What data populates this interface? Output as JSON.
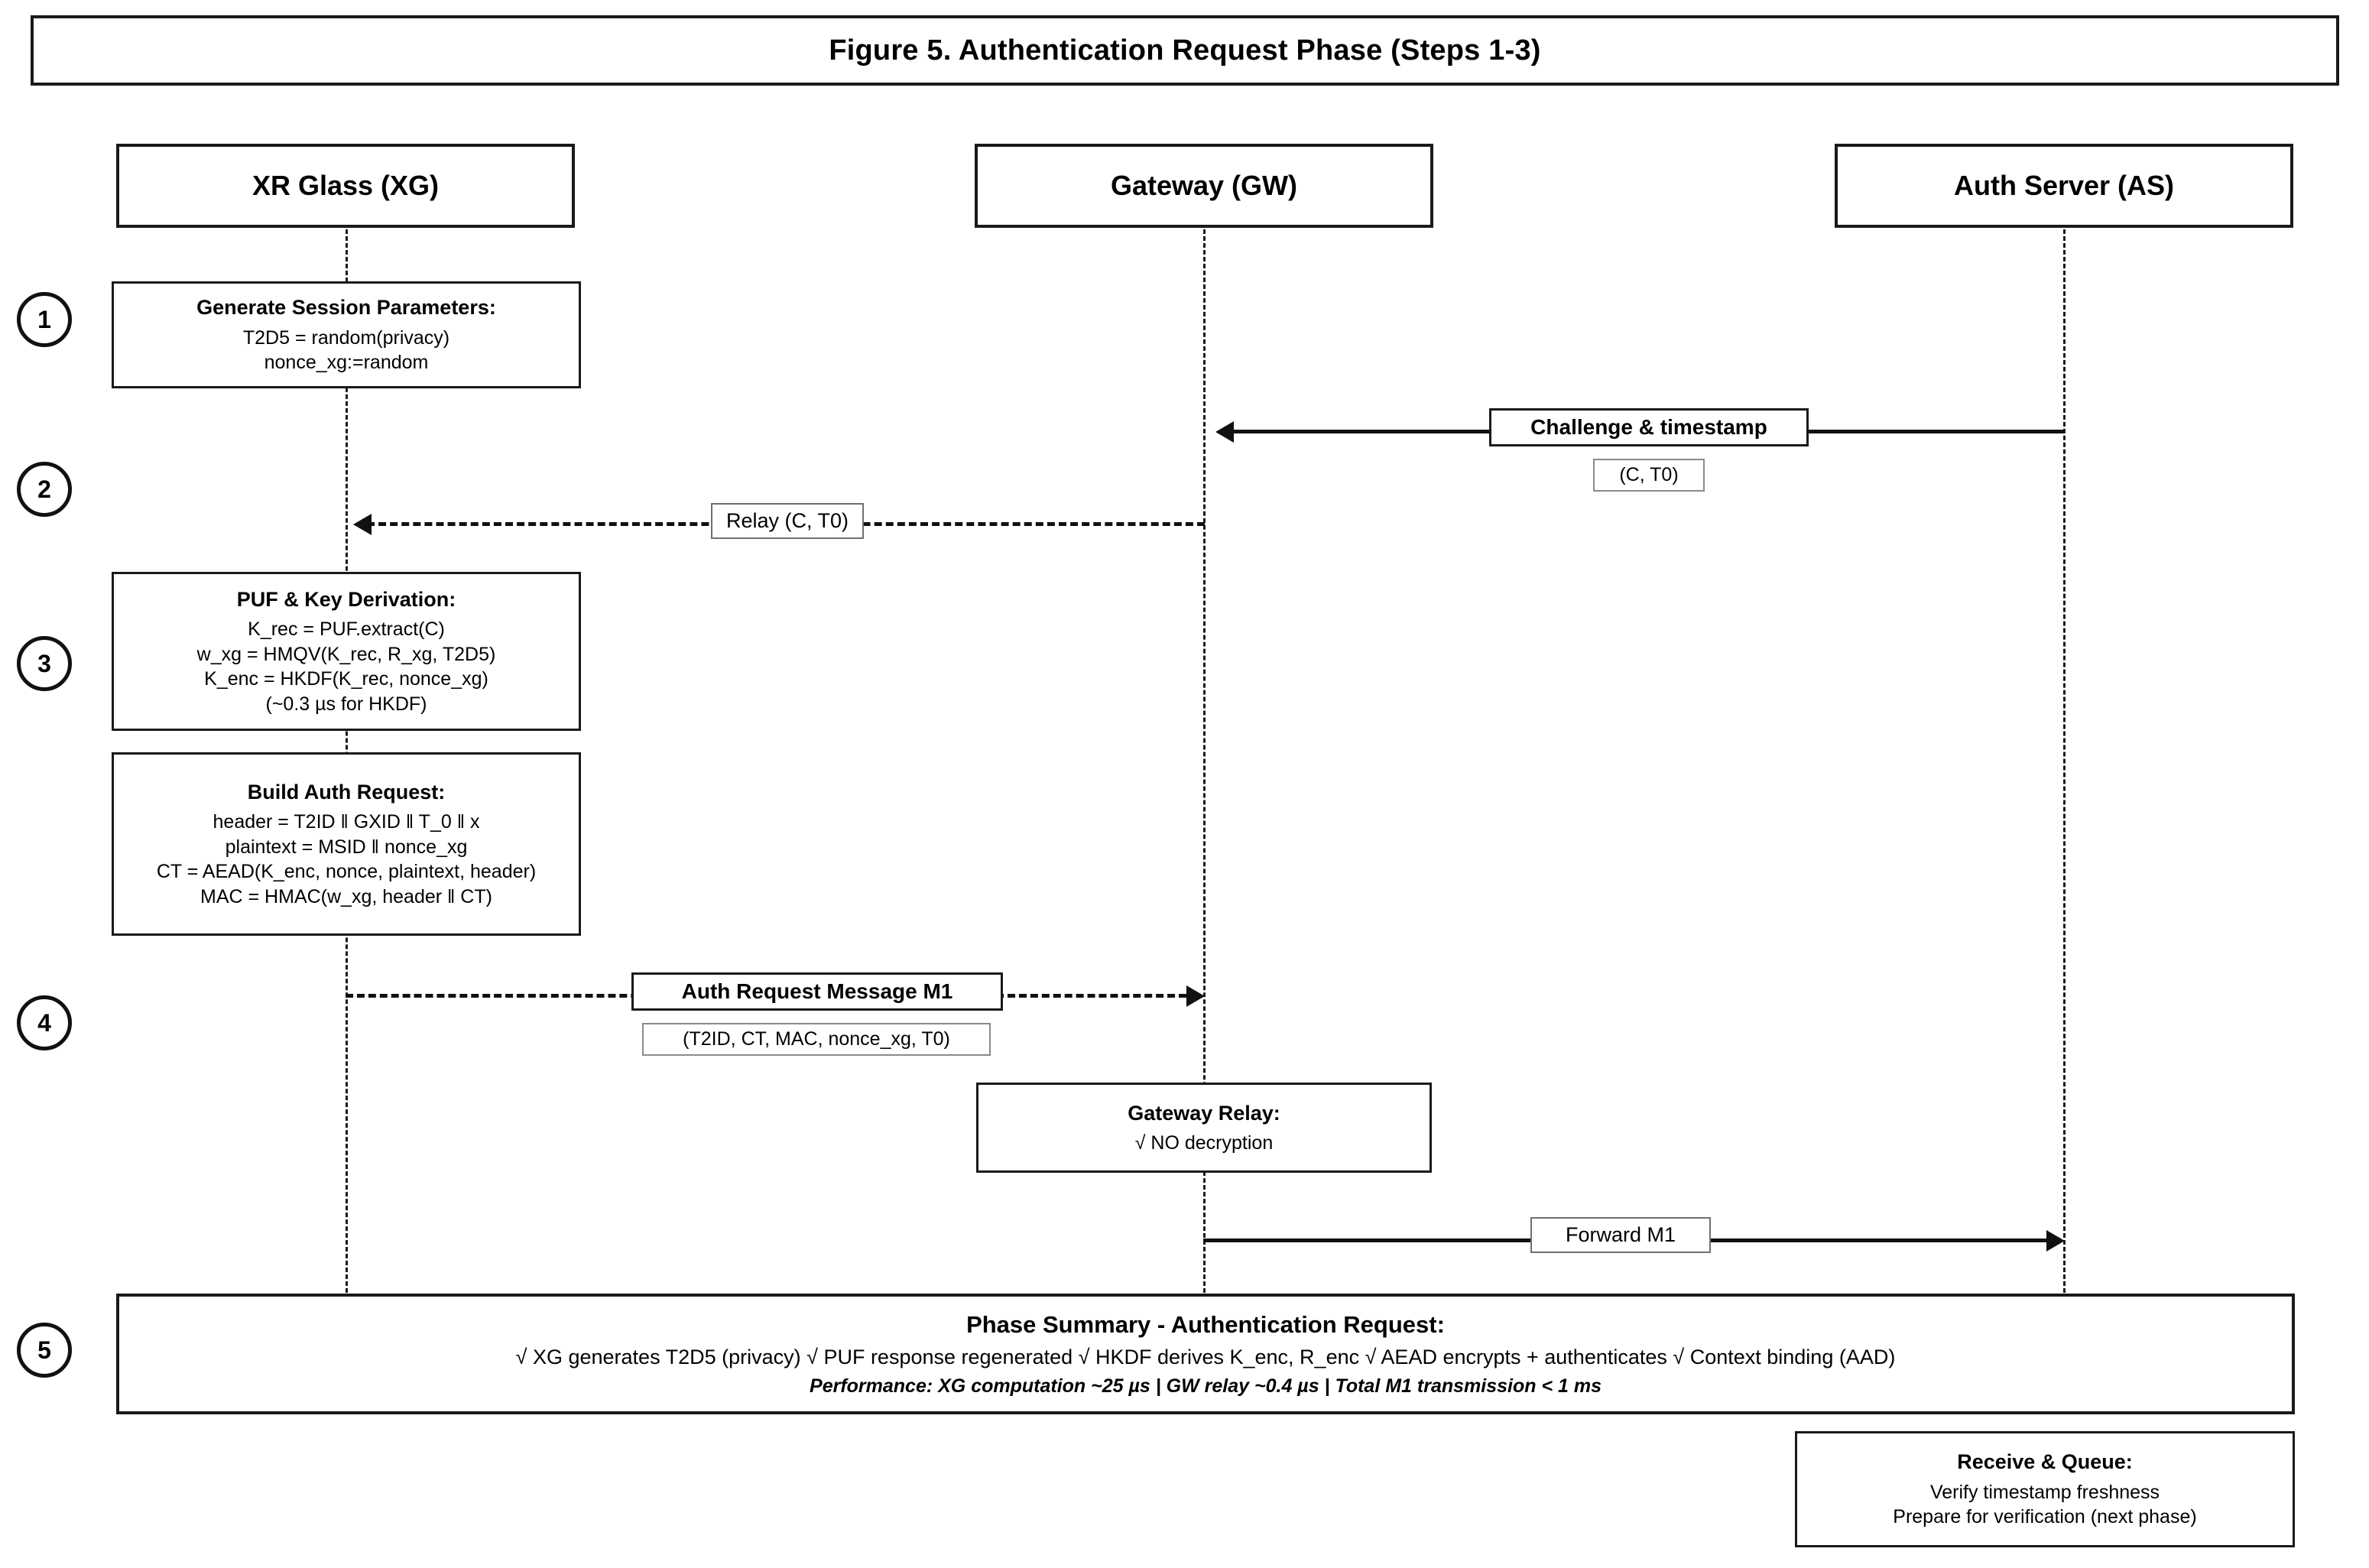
{
  "figure": {
    "title": "Figure 5. Authentication Request Phase (Steps 1-3)"
  },
  "actors": [
    {
      "id": "xg",
      "label": "XR Glass (XG)"
    },
    {
      "id": "gw",
      "label": "Gateway (GW)"
    },
    {
      "id": "as",
      "label": "Auth Server (AS)"
    }
  ],
  "steps": [
    {
      "number": "1"
    },
    {
      "number": "2"
    },
    {
      "number": "3"
    },
    {
      "number": "4"
    },
    {
      "number": "5"
    }
  ],
  "notes": {
    "generate_session": {
      "header": "Generate Session Parameters:",
      "lines": [
        "T2D5 = random(privacy)",
        "nonce_xg:=random"
      ]
    },
    "puf_key_derivation": {
      "header": "PUF & Key Derivation:",
      "lines": [
        "K_rec = PUF.extract(C)",
        "w_xg = HMQV(K_rec, R_xg, T2D5)",
        "K_enc = HKDF(K_rec, nonce_xg)",
        "(~0.3 µs for HKDF)"
      ]
    },
    "build_auth_request": {
      "header": "Build Auth Request:",
      "lines": [
        "header = T2ID ‖ GXID ‖ T_0 ‖ x",
        "plaintext = MSID ‖ nonce_xg",
        "CT = AEAD(K_enc, nonce, plaintext, header)",
        "MAC = HMAC(w_xg, header ‖ CT)"
      ]
    },
    "gateway_relay": {
      "header": "Gateway Relay:",
      "lines": [
        "√ NO decryption"
      ]
    },
    "receive_queue": {
      "header": "Receive & Queue:",
      "lines": [
        "Verify timestamp freshness",
        "Prepare for verification (next phase)"
      ]
    }
  },
  "messages": {
    "challenge": {
      "label": "Challenge & timestamp",
      "payload": "(C, T0)"
    },
    "relay": {
      "label": "Relay (C, T0)"
    },
    "auth_request_m1": {
      "label": "Auth Request Message M1",
      "payload": "(T2ID, CT, MAC, nonce_xg, T0)"
    },
    "forward_m1": {
      "label": "Forward M1"
    }
  },
  "summary": {
    "header": "Phase Summary - Authentication Request:",
    "checks": "√ XG generates T2D5 (privacy) √ PUF response regenerated √ HKDF derives K_enc, R_enc √ AEAD encrypts + authenticates √ Context binding (AAD)",
    "performance": "Performance: XG computation ~25 µs | GW relay ~0.4 µs | Total M1 transmission < 1 ms"
  },
  "colors": {
    "stroke": "#1a1a1a",
    "background": "#ffffff",
    "payload_border": "#8a8a8a"
  }
}
